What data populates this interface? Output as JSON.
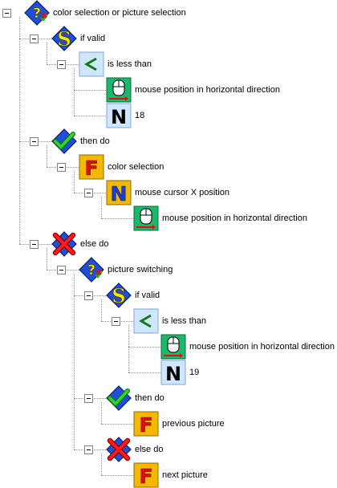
{
  "tree": [
    {
      "id": "n0",
      "depth": 0,
      "parent": null,
      "toggle": true,
      "icon": "switch-question-icon",
      "label": "color selection or picture selection"
    },
    {
      "id": "n1",
      "depth": 1,
      "parent": "n0",
      "toggle": true,
      "icon": "question-mark-icon",
      "label": "if valid"
    },
    {
      "id": "n2",
      "depth": 2,
      "parent": "n1",
      "toggle": true,
      "icon": "less-than-icon",
      "label": "is less than"
    },
    {
      "id": "n3",
      "depth": 3,
      "parent": "n2",
      "toggle": false,
      "icon": "mouse-position-icon",
      "label": "mouse position in horizontal direction"
    },
    {
      "id": "n4",
      "depth": 3,
      "parent": "n2",
      "toggle": false,
      "icon": "number-icon",
      "label": "18"
    },
    {
      "id": "n5",
      "depth": 1,
      "parent": "n0",
      "toggle": true,
      "icon": "checkmark-icon",
      "label": "then do"
    },
    {
      "id": "n6",
      "depth": 2,
      "parent": "n5",
      "toggle": true,
      "icon": "function-icon",
      "label": "color selection"
    },
    {
      "id": "n7",
      "depth": 3,
      "parent": "n6",
      "toggle": true,
      "icon": "number-variable-icon",
      "label": "mouse cursor X position"
    },
    {
      "id": "n8",
      "depth": 4,
      "parent": "n7",
      "toggle": false,
      "icon": "mouse-position-icon",
      "label": "mouse position in horizontal direction"
    },
    {
      "id": "n9",
      "depth": 1,
      "parent": "n0",
      "toggle": true,
      "icon": "cross-icon",
      "label": "else do"
    },
    {
      "id": "n10",
      "depth": 2,
      "parent": "n9",
      "toggle": true,
      "icon": "switch-question-icon",
      "label": "picture switching"
    },
    {
      "id": "n11",
      "depth": 3,
      "parent": "n10",
      "toggle": true,
      "icon": "question-mark-icon",
      "label": "if valid"
    },
    {
      "id": "n12",
      "depth": 4,
      "parent": "n11",
      "toggle": true,
      "icon": "less-than-icon",
      "label": "is less than"
    },
    {
      "id": "n13",
      "depth": 5,
      "parent": "n12",
      "toggle": false,
      "icon": "mouse-position-icon",
      "label": "mouse position in horizontal direction"
    },
    {
      "id": "n14",
      "depth": 5,
      "parent": "n12",
      "toggle": false,
      "icon": "number-icon",
      "label": "19"
    },
    {
      "id": "n15",
      "depth": 3,
      "parent": "n10",
      "toggle": true,
      "icon": "checkmark-icon",
      "label": "then do"
    },
    {
      "id": "n16",
      "depth": 4,
      "parent": "n15",
      "toggle": false,
      "icon": "function-icon",
      "label": "previous picture"
    },
    {
      "id": "n17",
      "depth": 3,
      "parent": "n10",
      "toggle": true,
      "icon": "cross-icon",
      "label": "else do"
    },
    {
      "id": "n18",
      "depth": 4,
      "parent": "n17",
      "toggle": false,
      "icon": "function-icon",
      "label": "next picture"
    }
  ]
}
